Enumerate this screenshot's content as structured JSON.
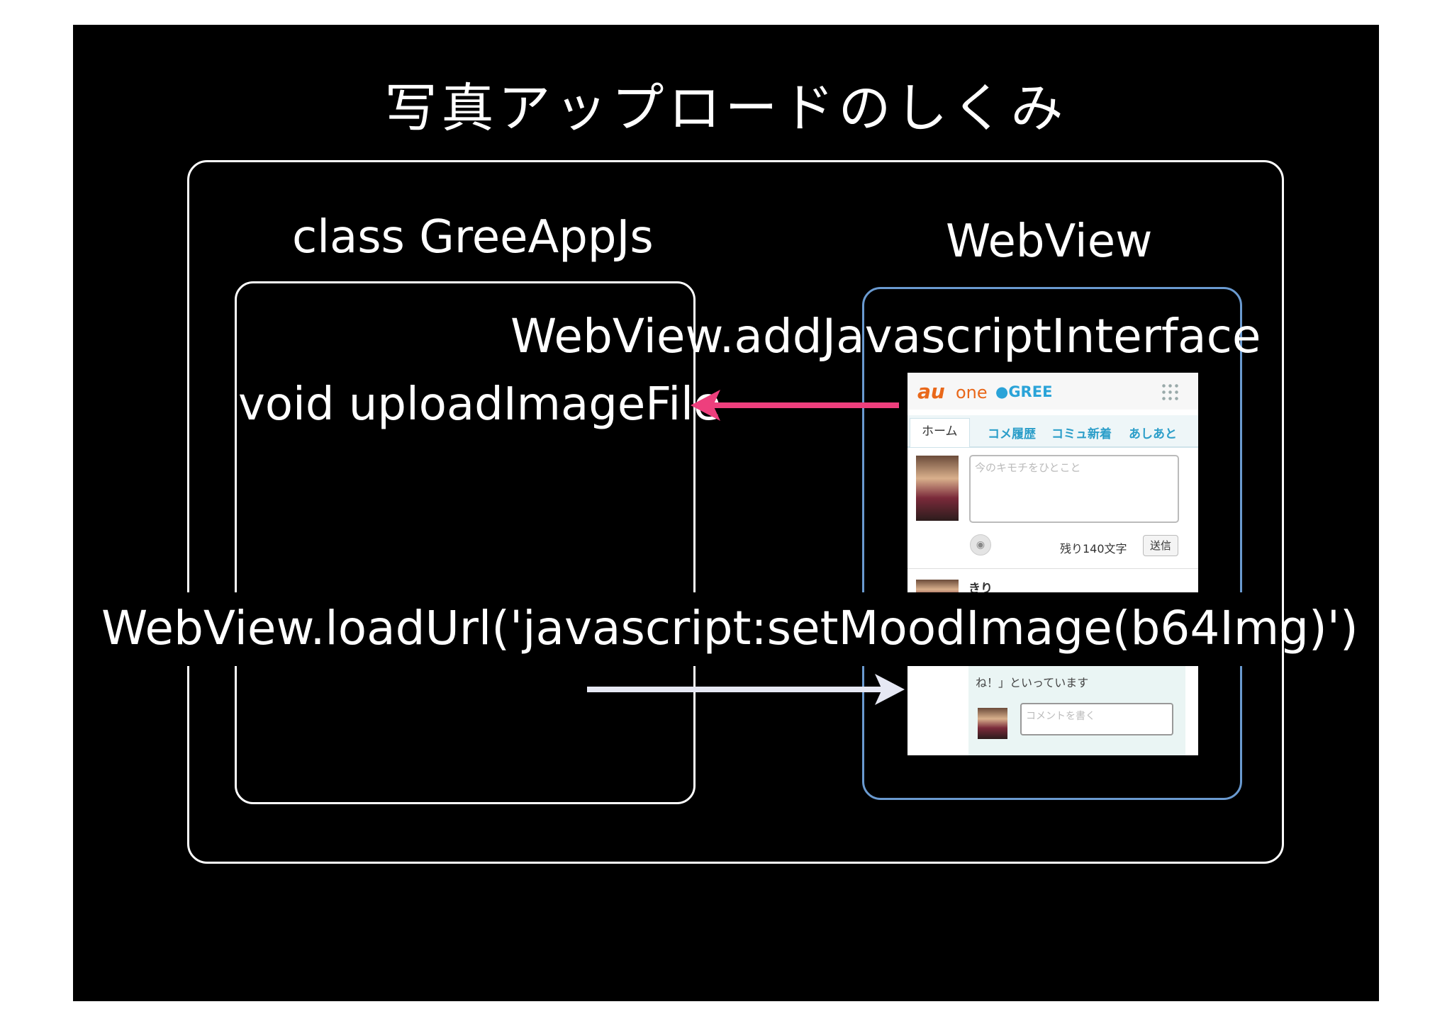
{
  "title": "写真アップロードのしくみ",
  "left_panel": {
    "label": "class GreeAppJs",
    "method": "void uploadImageFile"
  },
  "right_panel": {
    "label": "WebView"
  },
  "add_interface_call": "WebView.addJavascriptInterface",
  "load_url_call": "WebView.loadUrl('javascript:setMoodImage(b64Img)')",
  "colors": {
    "background": "#000000",
    "text": "#ffffff",
    "accent_pink": "#f3a9c1",
    "arrow_pink": "#ee3f7d",
    "webview_border": "#6a9ad0",
    "arrow_light": "#e6e8f4"
  },
  "phone": {
    "logo_au": "au",
    "logo_one": "one",
    "logo_gree": "●GREE",
    "tabs": [
      "ホーム",
      "コメ履歴",
      "コミュ新着",
      "あしあと"
    ],
    "textarea_placeholder": "今のキモチをひとこと",
    "remaining": "残り140文字",
    "send": "送信",
    "username": "きり",
    "notice": "ね！」といっています",
    "comment_placeholder": "コメントを書く",
    "icons": [
      "grid-icon",
      "camera-icon"
    ]
  }
}
